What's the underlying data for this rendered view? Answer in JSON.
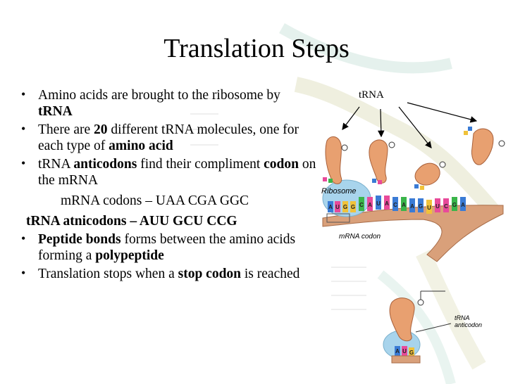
{
  "slide": {
    "title": "Translation Steps",
    "bullets": {
      "b1_a": "Amino acids are brought to the ribosome by ",
      "b1_b": "tRNA",
      "b2_a": "There are ",
      "b2_b": "20",
      "b2_c": " different tRNA molecules, one for each type of ",
      "b2_d": "amino acid",
      "b3_a": "tRNA ",
      "b3_b": "anticodons",
      "b3_c": " find their compliment ",
      "b3_d": "codon",
      "b3_e": " on the mRNA",
      "mrna_line": "mRNA codons – UAA   CGA  GGC",
      "trna_line": "tRNA atnicodons –   AUU  GCU  CCG",
      "b4_a": "Peptide bonds",
      "b4_b": " forms between the amino acids forming a ",
      "b4_c": "polypeptide",
      "b5_a": "Translation stops when a ",
      "b5_b": "stop codon",
      "b5_c": " is reached"
    },
    "bullet_glyph": "•"
  },
  "diagram": {
    "trna_label": "tRNA",
    "ribosome_label": "Ribosome",
    "mrna_codon_label": "mRNA codon",
    "trna_label_2": "tRNA",
    "anticodon_label": "anticodon",
    "codon_letters": [
      "A",
      "U",
      "G",
      "G",
      "C",
      "A",
      "U",
      "A",
      "C",
      "A",
      "A",
      "G",
      "U",
      "U",
      "C",
      "G",
      "A"
    ],
    "lower_codon_letters": [
      "A",
      "U",
      "G"
    ]
  },
  "colors": {
    "helix_left": "#d7d7a8",
    "helix_right": "#b9d9ce",
    "mrna_strand": "#d9a07a",
    "ribosome": "#a8d4ec",
    "trna_orange": "#e8a070"
  }
}
